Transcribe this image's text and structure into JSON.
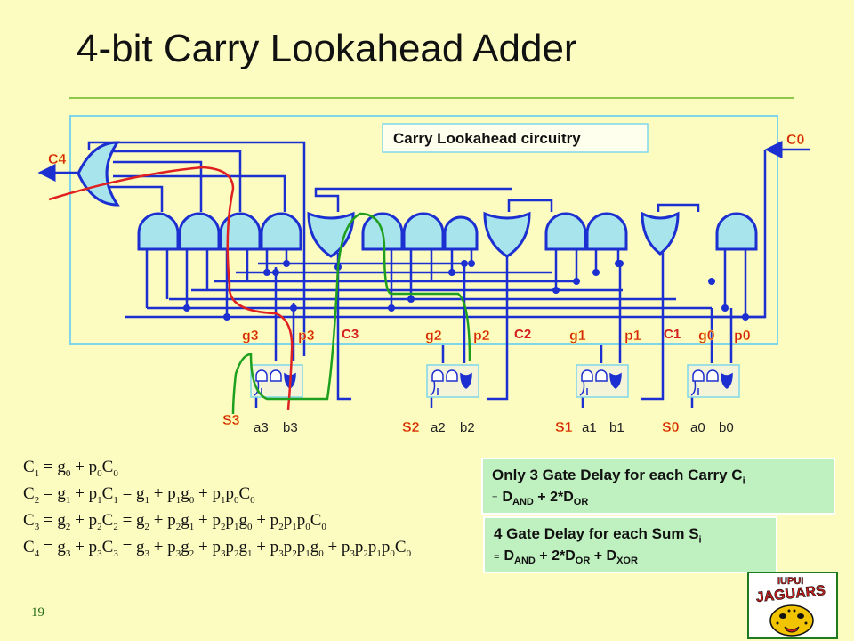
{
  "slide": {
    "title": "4-bit Carry Lookahead Adder",
    "page_number": "19"
  },
  "diagram": {
    "box_label": "Carry Lookahead circuitry",
    "carry_in": "C0",
    "carry_out": "C4",
    "generate_labels": [
      "g3",
      "g2",
      "g1",
      "g0"
    ],
    "propagate_labels": [
      "p3",
      "p2",
      "p1",
      "p0"
    ],
    "carry_labels": [
      "C3",
      "C2",
      "C1"
    ],
    "sum_labels": [
      "S3",
      "S2",
      "S1",
      "S0"
    ],
    "operand_labels": [
      "a3",
      "b3",
      "a2",
      "b2",
      "a1",
      "b1",
      "a0",
      "b0"
    ],
    "colors": {
      "wire": "#1c2fd0",
      "gate_fill": "#a8e4ec",
      "box_border": "#7fd6ea",
      "critical_path_red": "#e02020",
      "critical_path_green": "#1ea01e",
      "label_red": "#d42020"
    }
  },
  "equations": {
    "c1": {
      "lhs": "C",
      "sub": "1",
      "rhs": " = g<sub>0</sub> + p<sub>0</sub>C<sub>0</sub>"
    },
    "c2": {
      "lhs": "C",
      "sub": "2",
      "rhs": " = g<sub>1</sub> + p<sub>1</sub>C<sub>1</sub> = g<sub>1</sub> + p<sub>1</sub>g<sub>0</sub> + p<sub>1</sub>p<sub>0</sub>C<sub>0</sub>"
    },
    "c3": {
      "lhs": "C",
      "sub": "3",
      "rhs": " = g<sub>2</sub> + p<sub>2</sub>C<sub>2</sub> = g<sub>2</sub> + p<sub>2</sub>g<sub>1</sub> + p<sub>2</sub>p<sub>1</sub>g<sub>0</sub> + p<sub>2</sub>p<sub>1</sub>p<sub>0</sub>C<sub>0</sub>"
    },
    "c4": {
      "lhs": "C",
      "sub": "4",
      "rhs": " = g<sub>3</sub> + p<sub>3</sub>C<sub>3</sub> = g<sub>3</sub> + p<sub>3</sub>g<sub>2</sub> + p<sub>3</sub>p<sub>2</sub>g<sub>1</sub> + p<sub>3</sub>p<sub>2</sub>p<sub>1</sub>g<sub>0</sub> + p<sub>3</sub>p<sub>2</sub>p<sub>1</sub>p<sub>0</sub>C<sub>0</sub>"
    }
  },
  "notes": {
    "carry_delay": {
      "text": "Only 3 Gate Delay for each Carry C",
      "sub": "i",
      "eq_mark": "=",
      "formula": "D<sub>AND</sub> + 2*D<sub>OR</sub>"
    },
    "sum_delay": {
      "text": "4 Gate Delay for each Sum S",
      "sub": "i",
      "eq_mark": "=",
      "formula": "D<sub>AND</sub> + 2*D<sub>OR</sub> + D<sub>XOR</sub>"
    }
  },
  "logo": {
    "text": "JAGUARS",
    "top_text": "IUPUI",
    "icon": "jaguar-head-icon",
    "colors": {
      "fill": "#c81c1c",
      "outline": "#111111",
      "accent": "#f2c400",
      "border": "#1e7a1e"
    }
  }
}
